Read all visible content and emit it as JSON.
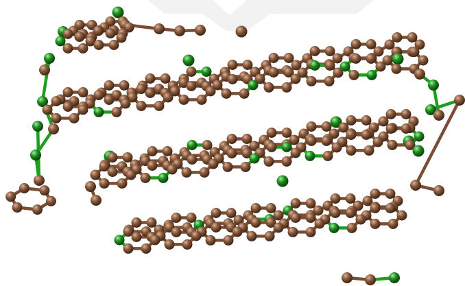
{
  "figure": {
    "kind": "ball-and-stick molecular model",
    "atom_types": [
      {
        "name": "carbon",
        "color": "#8a5a3c"
      },
      {
        "name": "green-atom",
        "color": "#1f8f1f"
      }
    ],
    "bond_color_carbon": "#7a4e35",
    "bond_color_green": "#1f9f1f",
    "background": "#ffffff"
  }
}
